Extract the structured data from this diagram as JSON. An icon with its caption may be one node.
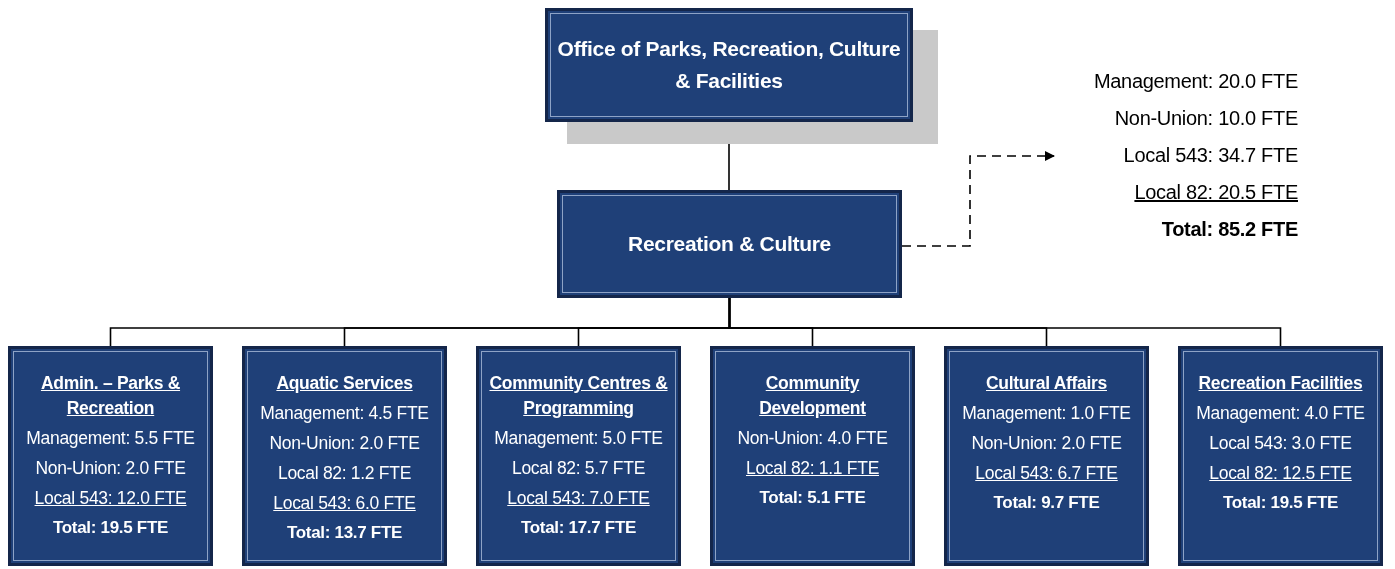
{
  "diagram": {
    "nodes": [
      {
        "text": [
          "Office of Parks, Recreation, Culture & Facilities"
        ]
      },
      {
        "text": [
          "Recreation & Culture"
        ]
      },
      {
        "text": [
          "Management: 20.0 FTE",
          "Non-Union: 10.0 FTE",
          "Local 543: 34.7 FTE",
          "Local 82: 20.5 FTE",
          "Total: 85.2 FTE"
        ]
      },
      {
        "text": [
          "Admin. – Parks & Recreation",
          "Management: 5.5 FTE",
          "Non-Union: 2.0 FTE",
          "Local 543: 12.0 FTE",
          "Total: 19.5 FTE"
        ]
      },
      {
        "text": [
          "Aquatic Services",
          "Management: 4.5 FTE",
          "Non-Union: 2.0 FTE",
          "Local 82: 1.2 FTE",
          "Local 543: 6.0 FTE",
          "Total: 13.7 FTE"
        ]
      },
      {
        "text": [
          "Community Centres & Programming",
          "Management: 5.0 FTE",
          "Local 82: 5.7 FTE",
          "Local 543: 7.0 FTE",
          "Total: 17.7 FTE"
        ]
      },
      {
        "text": [
          "Community Development",
          "Non-Union: 4.0 FTE",
          "Local 82: 1.1 FTE",
          "Total: 5.1 FTE"
        ]
      },
      {
        "text": [
          "Cultural Affairs",
          "Management: 1.0 FTE",
          "Non-Union: 2.0 FTE",
          "Local 543: 6.7 FTE",
          "Total: 9.7 FTE"
        ]
      },
      {
        "text": [
          "Recreation Facilities",
          "Management: 4.0 FTE",
          "Local 543: 3.0 FTE",
          "Local 82: 12.5 FTE",
          "Total: 19.5 FTE"
        ]
      }
    ],
    "edges": [
      {
        "from": 0,
        "to": 1,
        "arrow": "none"
      },
      {
        "from": 1,
        "to": 2,
        "arrow": "to",
        "style": "dashed"
      },
      {
        "from": 1,
        "to": 3,
        "arrow": "none"
      },
      {
        "from": 1,
        "to": 4,
        "arrow": "none"
      },
      {
        "from": 1,
        "to": 5,
        "arrow": "none"
      },
      {
        "from": 1,
        "to": 6,
        "arrow": "none"
      },
      {
        "from": 1,
        "to": 7,
        "arrow": "none"
      },
      {
        "from": 1,
        "to": 8,
        "arrow": "none"
      }
    ]
  }
}
